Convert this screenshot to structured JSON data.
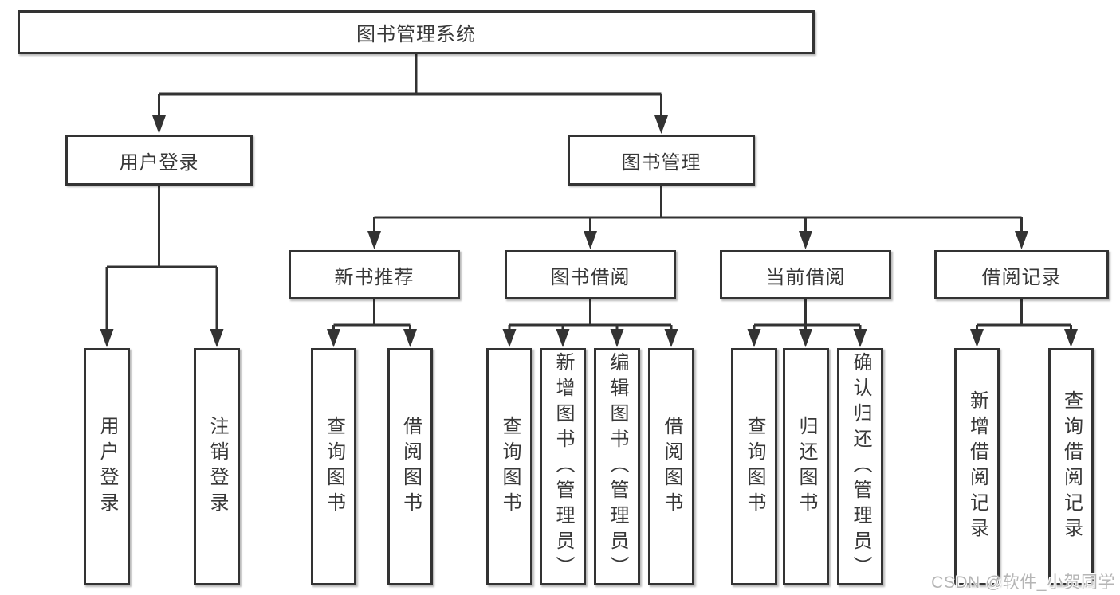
{
  "diagram_type": "hierarchy-tree",
  "root": {
    "label": "图书管理系统"
  },
  "branches": [
    {
      "label": "用户登录",
      "leaves": [
        {
          "label": "用户登录"
        },
        {
          "label": "注销登录"
        }
      ]
    },
    {
      "label": "图书管理",
      "groups": [
        {
          "label": "新书推荐",
          "leaves": [
            {
              "label": "查询图书"
            },
            {
              "label": "借阅图书"
            }
          ]
        },
        {
          "label": "图书借阅",
          "leaves": [
            {
              "label": "查询图书"
            },
            {
              "label": "新增图书（管理员）"
            },
            {
              "label": "编辑图书（管理员）"
            },
            {
              "label": "借阅图书"
            }
          ]
        },
        {
          "label": "当前借阅",
          "leaves": [
            {
              "label": "查询图书"
            },
            {
              "label": "归还图书"
            },
            {
              "label": "确认归还（管理员）"
            }
          ]
        },
        {
          "label": "借阅记录",
          "leaves": [
            {
              "label": "新增借阅记录"
            },
            {
              "label": "查询借阅记录"
            }
          ]
        }
      ]
    }
  ],
  "watermark": {
    "text": "CSDN @软件_小贺同学"
  },
  "colors": {
    "line": "#333333",
    "box_border": "#333333",
    "box_fill": "#ffffff",
    "text": "#383838",
    "watermark": "#b5b5b5",
    "background": "#ffffff"
  }
}
